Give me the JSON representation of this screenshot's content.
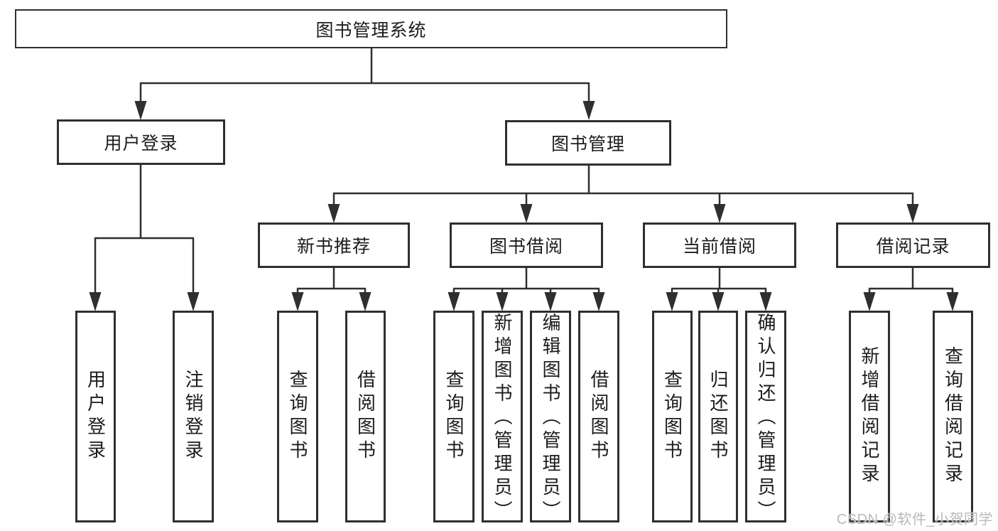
{
  "tree": {
    "label": "图书管理系统",
    "children": [
      {
        "label": "用户登录",
        "children": [
          {
            "label": "用户登录"
          },
          {
            "label": "注销登录"
          }
        ]
      },
      {
        "label": "图书管理",
        "children": [
          {
            "label": "新书推荐",
            "children": [
              {
                "label": "查询图书"
              },
              {
                "label": "借阅图书"
              }
            ]
          },
          {
            "label": "图书借阅",
            "children": [
              {
                "label": "查询图书"
              },
              {
                "label": "新增图书（管理员）"
              },
              {
                "label": "编辑图书（管理员）"
              },
              {
                "label": "借阅图书"
              }
            ]
          },
          {
            "label": "当前借阅",
            "children": [
              {
                "label": "查询图书"
              },
              {
                "label": "归还图书"
              },
              {
                "label": "确认归还（管理员）"
              }
            ]
          },
          {
            "label": "借阅记录",
            "children": [
              {
                "label": "新增借阅记录"
              },
              {
                "label": "查询借阅记录"
              }
            ]
          }
        ]
      }
    ]
  },
  "watermark": {
    "text": "CSDN @软件_小贺同学"
  },
  "colors": {
    "line": "#2f2f2f",
    "box_border": "#2f2f2f",
    "box_fill": "#ffffff",
    "text": "#1c1c1c",
    "background": "#ffffff",
    "watermark": "#b9b9b9"
  }
}
